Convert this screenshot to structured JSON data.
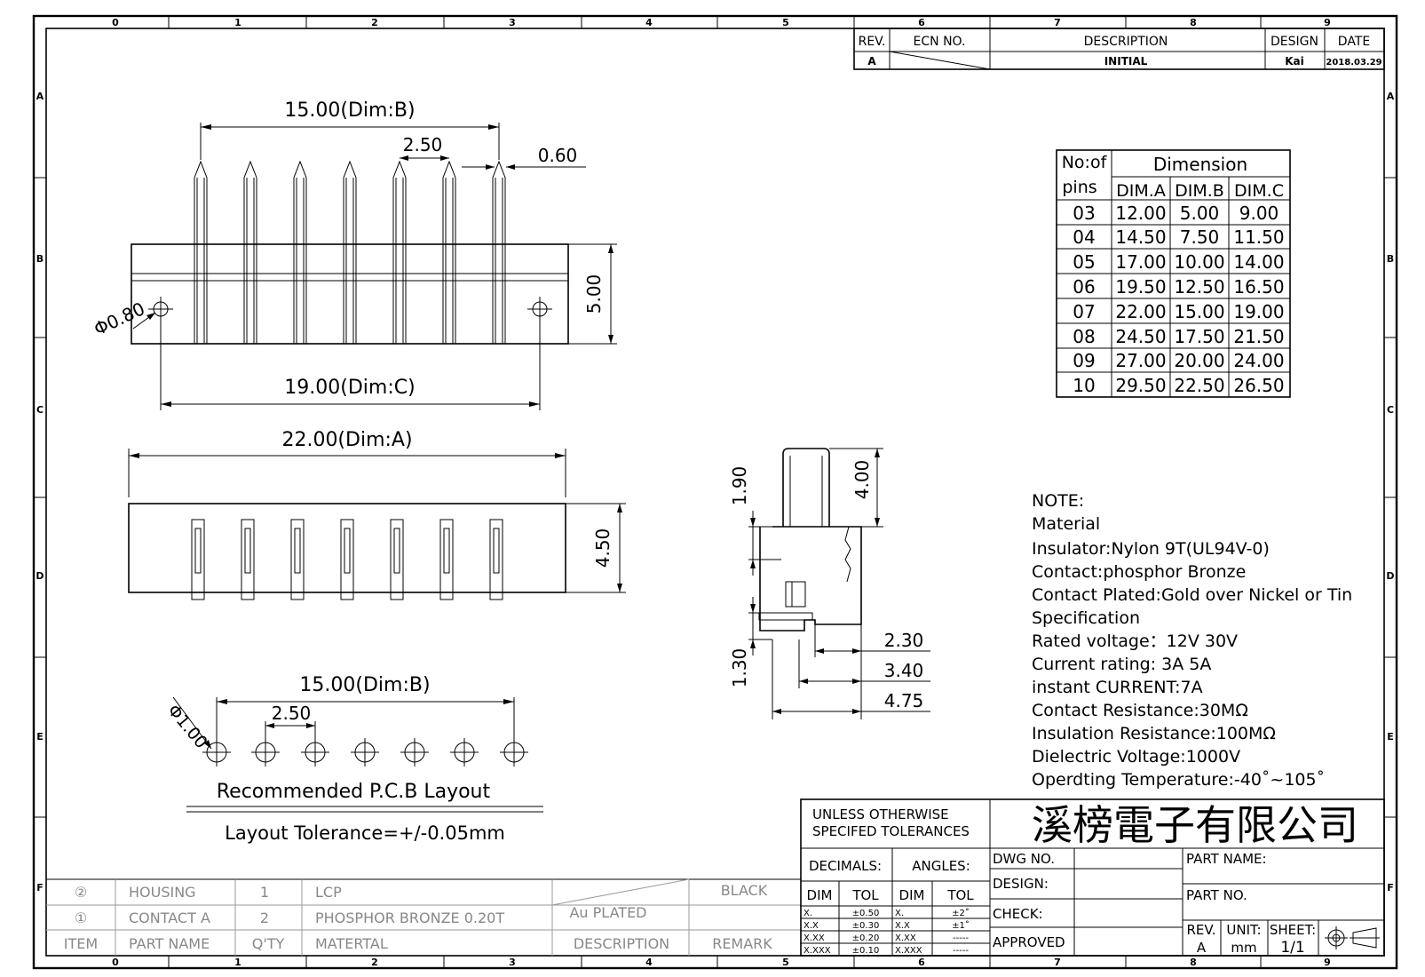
{
  "frame": {
    "top_columns": [
      "0",
      "1",
      "2",
      "3",
      "4",
      "5",
      "6",
      "7",
      "8",
      "9"
    ],
    "bottom_columns": [
      "0",
      "1",
      "2",
      "3",
      "4",
      "5",
      "6",
      "7",
      "8",
      "9"
    ],
    "rows": [
      "A",
      "B",
      "C",
      "D",
      "E",
      "F"
    ]
  },
  "revision_block": {
    "headers": {
      "rev": "REV.",
      "ecn": "ECN  NO.",
      "description": "DESCRIPTION",
      "design": "DESIGN",
      "date": "DATE"
    },
    "row": {
      "rev": "A",
      "description": "INITIAL",
      "design": "Kai",
      "date": "2018.03.29"
    }
  },
  "top_view": {
    "dim_b": "15.00(Dim:B)",
    "pitch": "2.50",
    "pin_width": "0.60",
    "hole": "Φ0.80",
    "height": "5.00",
    "dim_c": "19.00(Dim:C)"
  },
  "front_view": {
    "dim_a": "22.00(Dim:A)",
    "height": "4.50"
  },
  "pcb_layout": {
    "hole": "Φ1.00",
    "dim_b": "15.00(Dim:B)",
    "pitch": "2.50",
    "title": "Recommended P.C.B Layout",
    "tolerance": "Layout Tolerance=+/-0.05mm"
  },
  "side_view": {
    "d_190": "1.90",
    "d_400": "4.00",
    "d_130": "1.30",
    "d_230": "2.30",
    "d_340": "3.40",
    "d_475": "4.75"
  },
  "dimension_table": {
    "header_pins": [
      "No:of",
      "pins"
    ],
    "header_group": "Dimension",
    "columns": [
      "DIM.A",
      "DIM.B",
      "DIM.C"
    ],
    "rows": [
      [
        "03",
        "12.00",
        "5.00",
        "9.00"
      ],
      [
        "04",
        "14.50",
        "7.50",
        "11.50"
      ],
      [
        "05",
        "17.00",
        "10.00",
        "14.00"
      ],
      [
        "06",
        "19.50",
        "12.50",
        "16.50"
      ],
      [
        "07",
        "22.00",
        "15.00",
        "19.00"
      ],
      [
        "08",
        "24.50",
        "17.50",
        "21.50"
      ],
      [
        "09",
        "27.00",
        "20.00",
        "24.00"
      ],
      [
        "10",
        "29.50",
        "22.50",
        "26.50"
      ]
    ]
  },
  "notes": [
    "NOTE:",
    "Material",
    "Insulator:Nylon  9T(UL94V-0)",
    "Contact:phosphor  Bronze",
    "Contact  Plated:Gold  over  Nickel  or  Tin",
    "Specification",
    "Rated  voltage：12V  30V",
    " Current  rating:  3A    5A",
    "instant  CURRENT:7A",
    "Contact  Resistance:30MΩ",
    "Insulation  Resistance:100MΩ",
    "Dielectric  Voltage:1000V",
    "Operdting  Temperature:-40˚~105˚"
  ],
  "bom": {
    "rows": [
      {
        "item": "②",
        "part": "HOUSING",
        "qty": "1",
        "material": "LCP",
        "description": "",
        "remark": "BLACK"
      },
      {
        "item": "①",
        "part": "CONTACT  A",
        "qty": "2",
        "material": "PHOSPHOR  BRONZE  0.20T",
        "description": "Au  PLATED",
        "remark": ""
      }
    ],
    "header": {
      "item": "ITEM",
      "part": "PART  NAME",
      "qty": "Q'TY",
      "material": "MATERTAL",
      "description": "DESCRIPTION",
      "remark": "REMARK"
    }
  },
  "title_block": {
    "tol_title_1": "UNLESS  OTHERWISE",
    "tol_title_2": "SPECIFED  TOLERANCES",
    "decimals": "DECIMALS:",
    "angles": "ANGLES:",
    "dim": "DIM",
    "tol": "TOL",
    "decimal_rows": [
      [
        "X.",
        "±0.50"
      ],
      [
        "X.X",
        "±0.30"
      ],
      [
        "X.XX",
        "±0.20"
      ],
      [
        "X.XXX",
        "±0.10"
      ]
    ],
    "angle_rows": [
      [
        "X.",
        "±2˚"
      ],
      [
        "X.X",
        "±1˚"
      ],
      [
        "X.XX",
        "-----"
      ],
      [
        "X.XXX",
        "-----"
      ]
    ],
    "company": "溪榜電子有限公司",
    "dwg_no": "DWG  NO.",
    "design": "DESIGN:",
    "check": "CHECK:",
    "approved": "APPROVED",
    "part_name": "PART  NAME:",
    "part_no": "PART  NO.",
    "rev_label": "REV.",
    "rev_value": "A",
    "unit_label": "UNIT:",
    "unit_value": "mm",
    "sheet_label": "SHEET:",
    "sheet_value": "1/1"
  }
}
